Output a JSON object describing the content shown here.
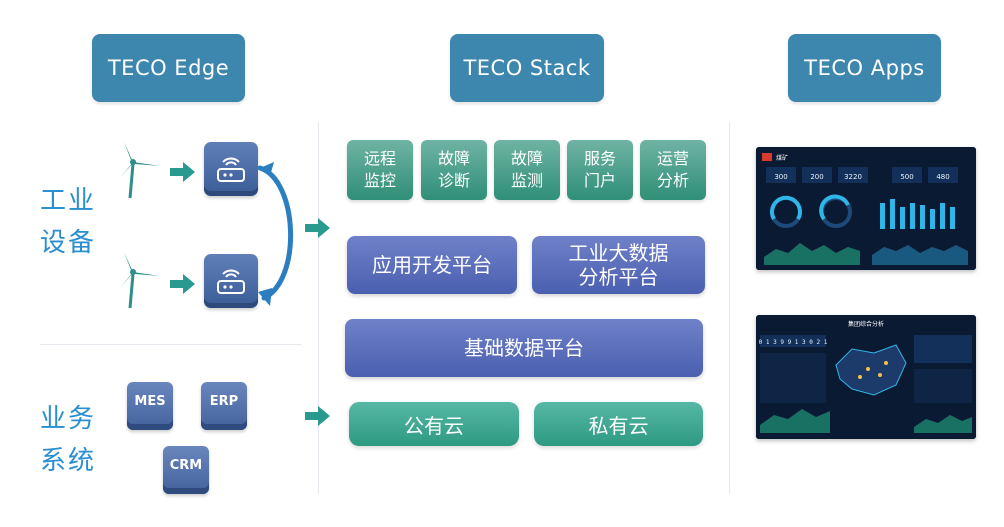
{
  "headers": {
    "edge": "TECO Edge",
    "stack": "TECO Stack",
    "apps": "TECO Apps"
  },
  "left": {
    "industrial_equipment": "工业\n设备",
    "business_systems": "业务\n系统",
    "systems": [
      "MES",
      "ERP",
      "CRM"
    ]
  },
  "stack": {
    "apps": [
      "远程\n监控",
      "故障\n诊断",
      "故障\n监测",
      "服务\n门户",
      "运营\n分析"
    ],
    "app_dev_platform": "应用开发平台",
    "bigdata_platform": "工业大数据\n分析平台",
    "base_data_platform": "基础数据平台",
    "public_cloud": "公有云",
    "private_cloud": "私有云"
  },
  "dashboards": {
    "top_logo_text": "煤矿",
    "top_metrics": [
      "300",
      "200",
      "3220",
      "500",
      "480"
    ],
    "bottom_title": "集团综合分析",
    "bottom_counter": "0 1 3 9 9 1 3 0 2 1"
  },
  "colors": {
    "header": "#3d86ad",
    "label": "#2a8fd0",
    "arrow": "#2a9a8f",
    "app_tile": "#3e9b84",
    "platform": "#5a6fbe",
    "cloud": "#3aa88e"
  }
}
